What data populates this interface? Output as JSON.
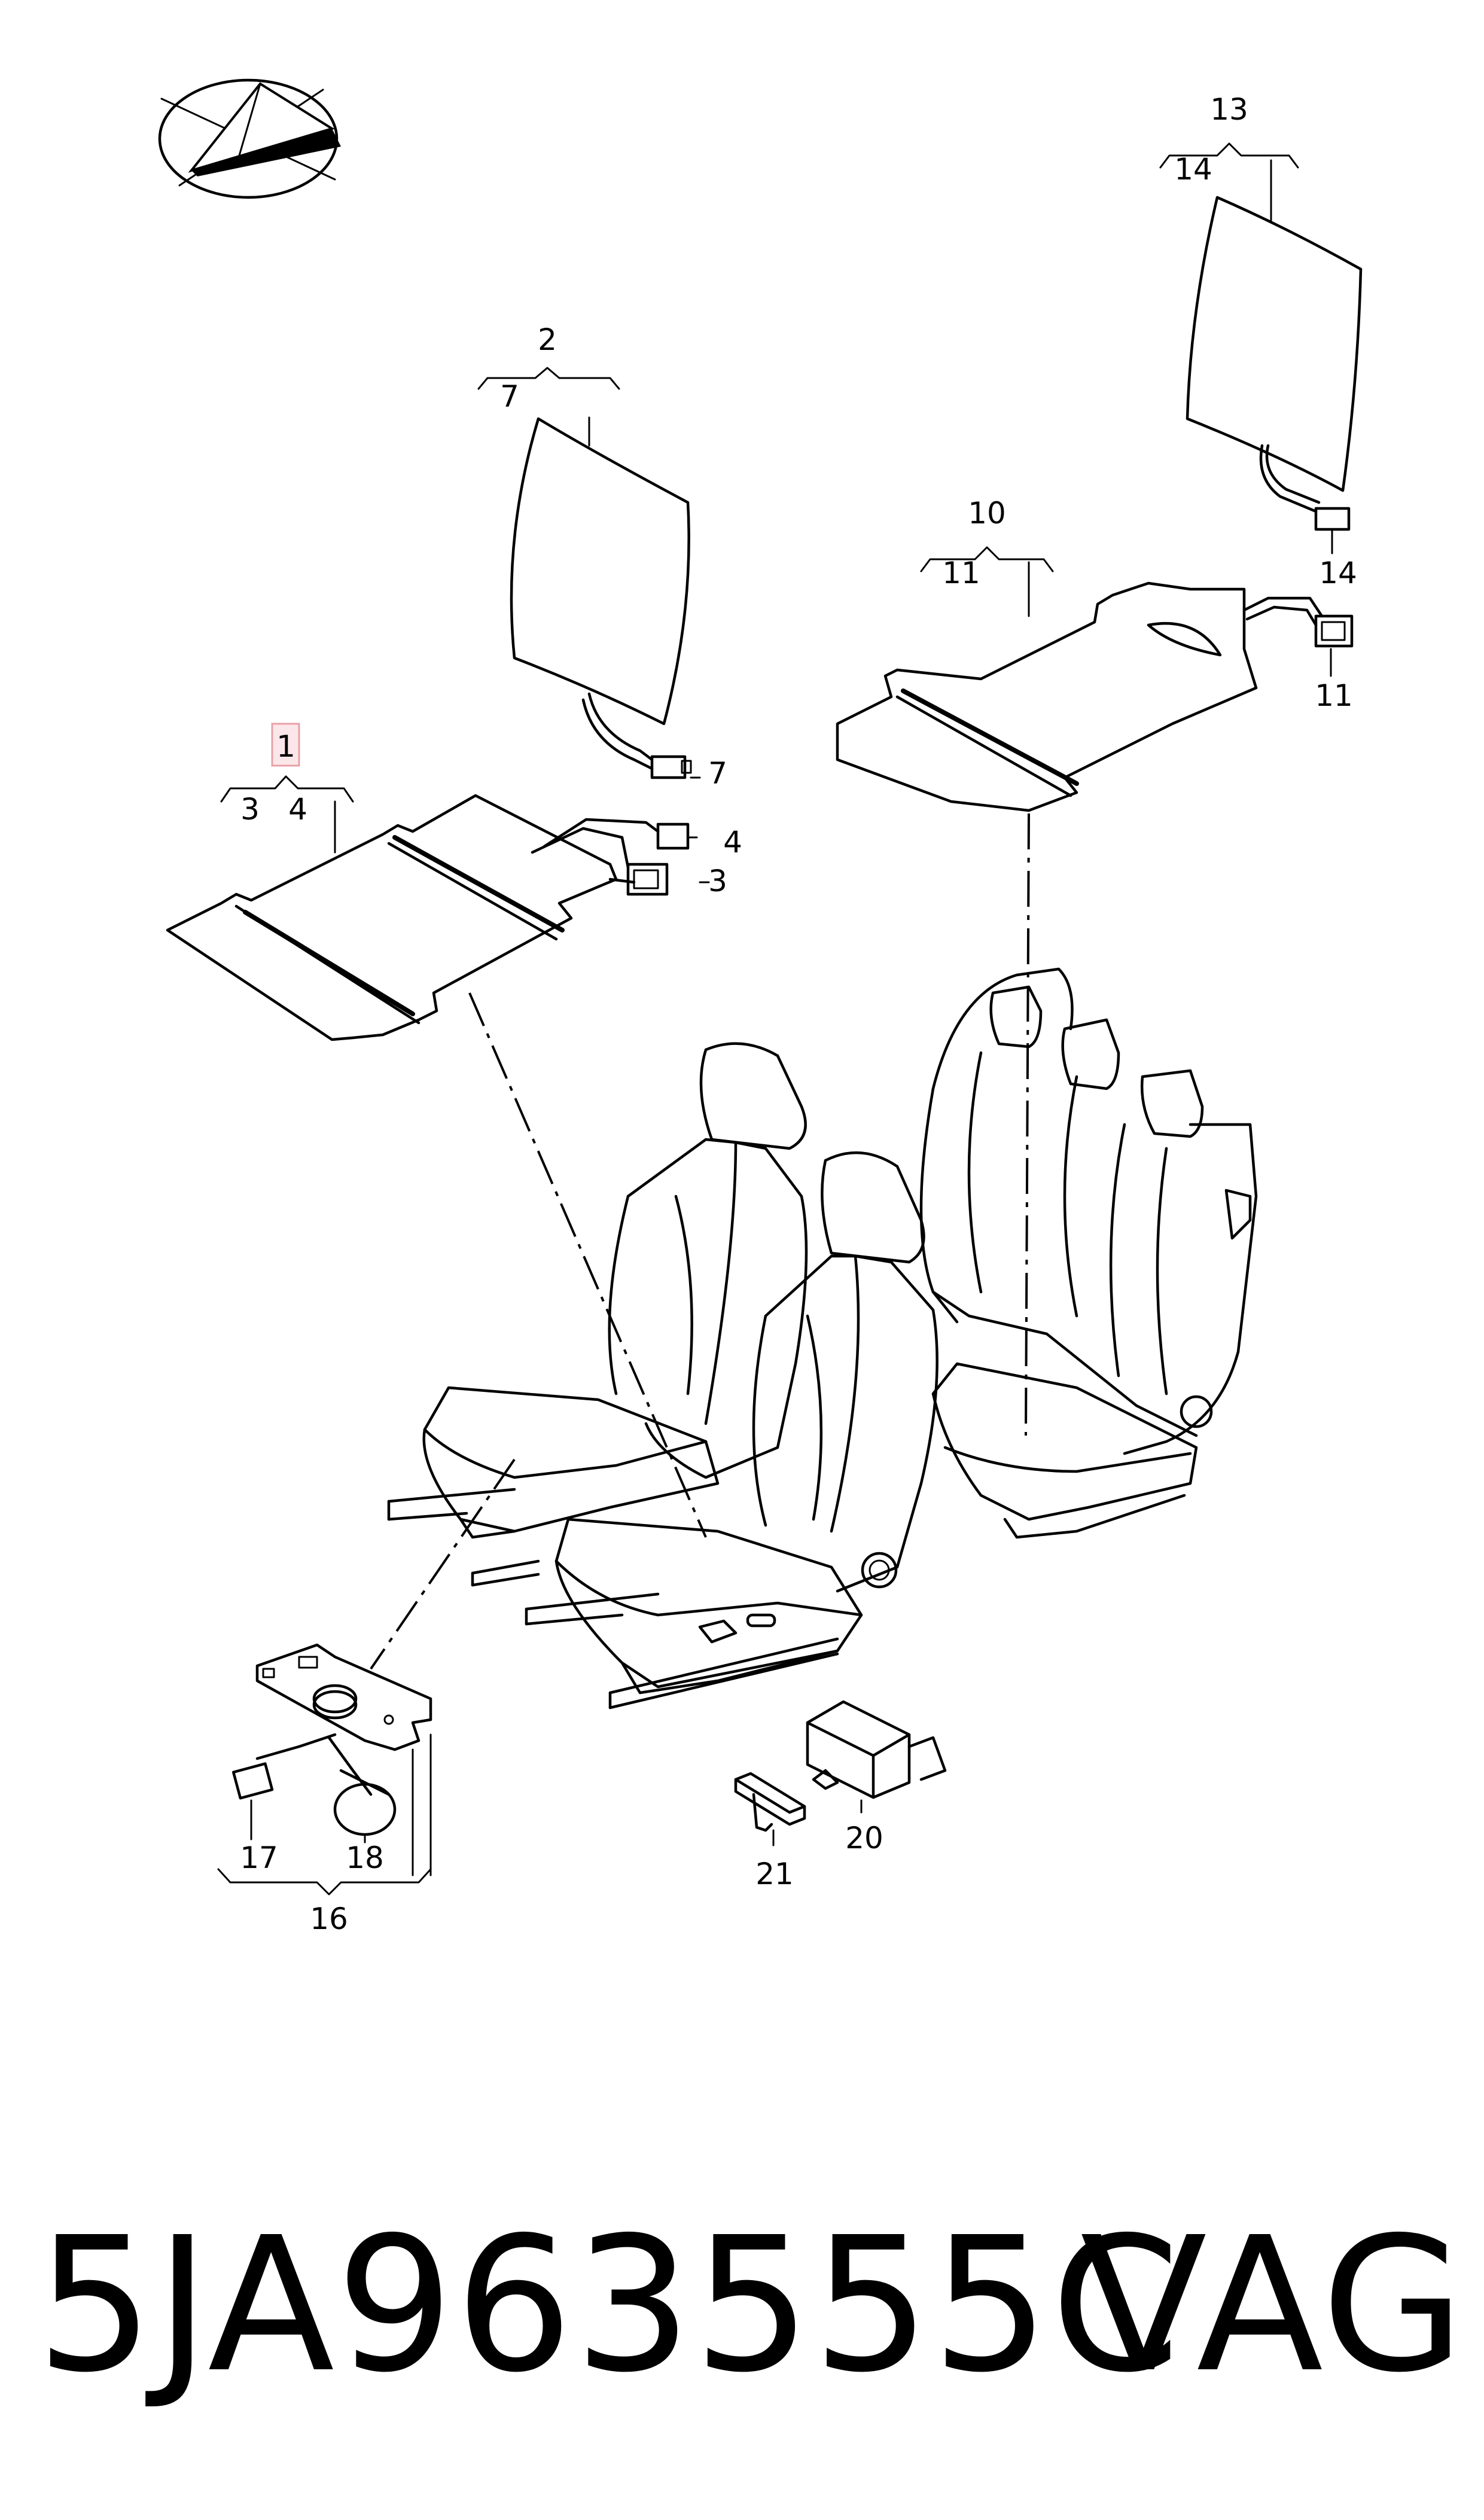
{
  "callouts": {
    "c1": "1",
    "c2": "2",
    "c3": "3",
    "c4": "4",
    "c7": "7",
    "c10": "10",
    "c11": "11",
    "c13": "13",
    "c14": "14",
    "c16": "16",
    "c17": "17",
    "c18": "18",
    "c20": "20",
    "c21": "21"
  },
  "part_number": "5JA963555C",
  "brand": "VAG",
  "highlight_color": "#e8a0a8",
  "icons": [
    "paper-plane-logo-icon"
  ]
}
